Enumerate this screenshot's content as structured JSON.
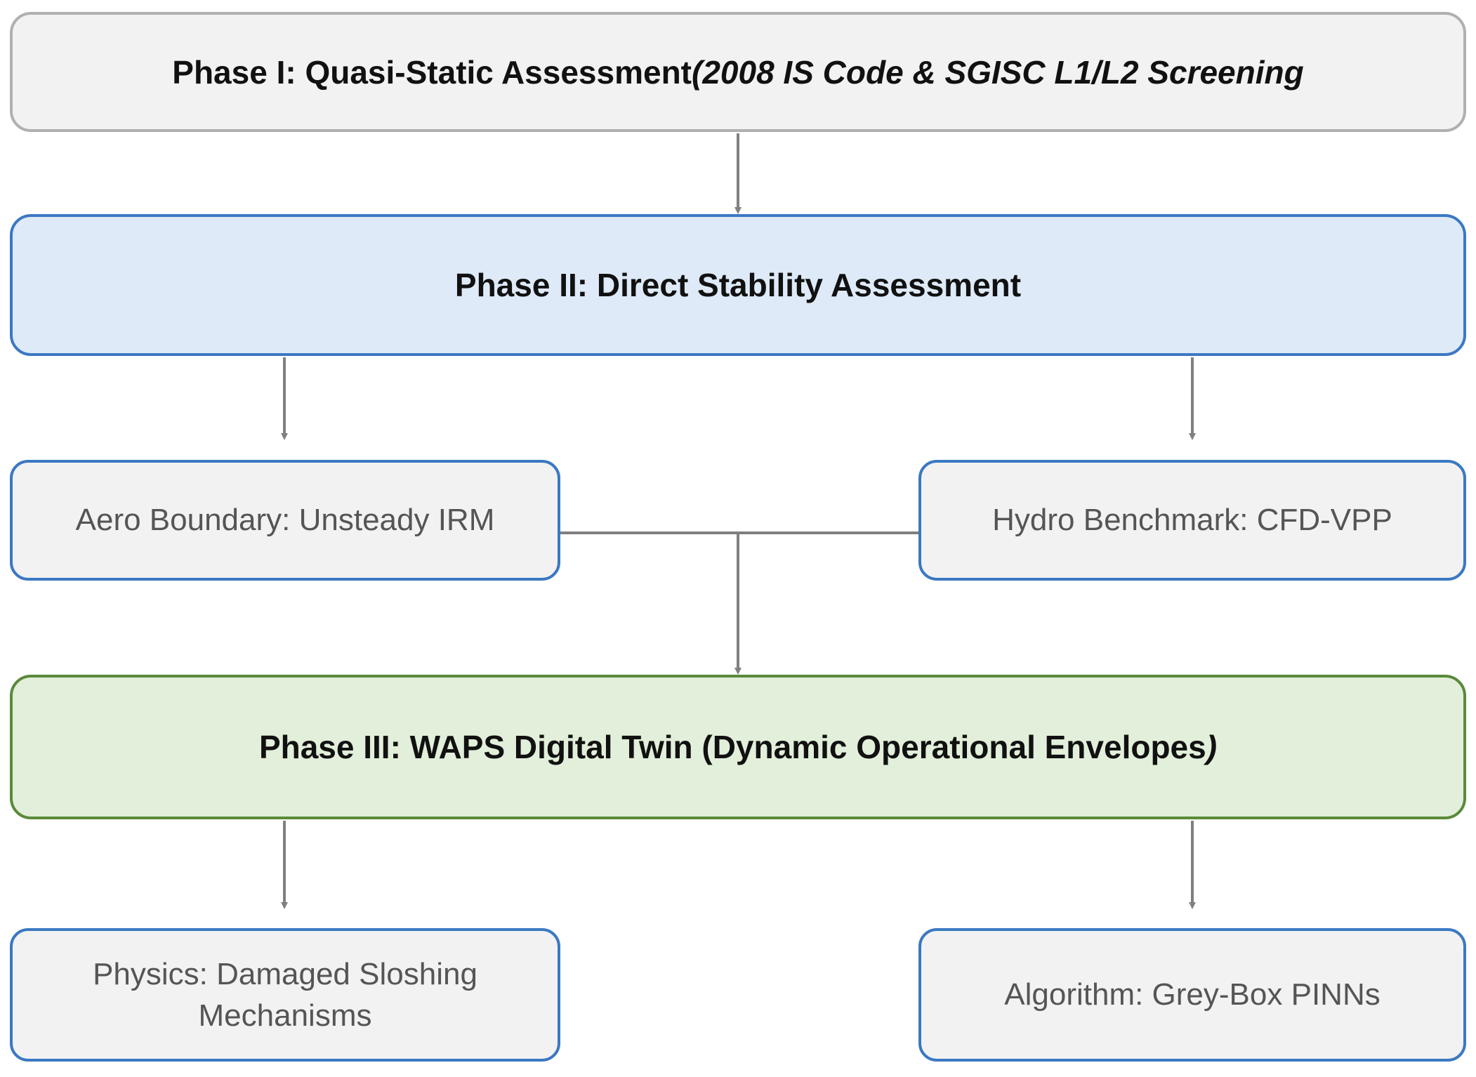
{
  "phase_1": {
    "title": "Phase I: Quasi-Static Assessment ",
    "subtitle": "(2008 IS Code & SGISC L1/L2 Screening"
  },
  "phase_2": {
    "title": "Phase II: Direct Stability Assessment"
  },
  "aero_boundary": {
    "label": "Aero Boundary: Unsteady IRM"
  },
  "hydro_benchmark": {
    "label": "Hydro Benchmark: CFD-VPP"
  },
  "phase_3": {
    "title": "Phase III: WAPS Digital Twin (Dynamic Operational Envelopes",
    "close_paren": ")"
  },
  "physics": {
    "line1": "Physics: Damaged Sloshing",
    "line2": "Mechanisms"
  },
  "algorithm": {
    "label": "Algorithm: Grey-Box PINNs"
  },
  "colors": {
    "connector": "#808080",
    "phase_1_fill": "#f2f2f2",
    "phase_2_fill": "#deeaf7",
    "phase_3_fill": "#e2efda",
    "sub_fill": "#f2f2f2",
    "blue_border": "#3b78c2",
    "green_border": "#5a8a3a"
  }
}
